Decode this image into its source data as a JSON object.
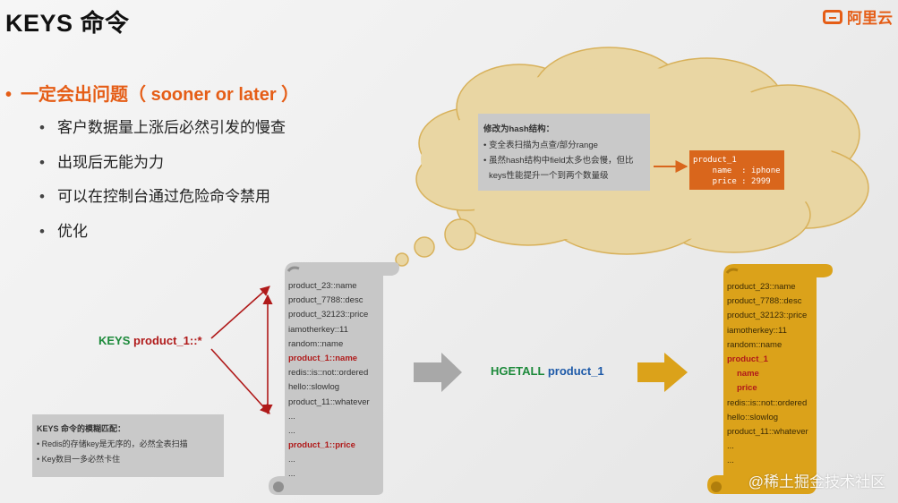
{
  "header": {
    "title": "KEYS 命令",
    "logo_text": "阿里云"
  },
  "headline": {
    "bullet": "•",
    "text": "一定会出问题（ sooner or later ）"
  },
  "bullets": [
    "客户数据量上涨后必然引发的慢查",
    "出现后无能为力",
    "可以在控制台通过危险命令禁用",
    "优化"
  ],
  "cloud": {
    "title": "修改为hash结构：",
    "points": [
      "• 变全表扫描为点查/部分range",
      "• 虽然hash结构中field太多也会慢，但比",
      "  keys性能提升一个到两个数量级"
    ]
  },
  "hash_example": {
    "line1": "product_1",
    "line2": "    name  : iphone",
    "line3": "    price : 2999"
  },
  "keys_command": {
    "cmd": "KEYS",
    "pattern": "product_1::*"
  },
  "hgetall_command": {
    "cmd": "HGETALL",
    "key": "product_1"
  },
  "gray_scroll": {
    "items": [
      {
        "text": "product_23::name",
        "highlight": false
      },
      {
        "text": "product_7788::desc",
        "highlight": false
      },
      {
        "text": "product_32123::price",
        "highlight": false
      },
      {
        "text": "iamotherkey::11",
        "highlight": false
      },
      {
        "text": "random::name",
        "highlight": false
      },
      {
        "text": "product_1::name",
        "highlight": true
      },
      {
        "text": "redis::is::not::ordered",
        "highlight": false
      },
      {
        "text": "hello::slowlog",
        "highlight": false
      },
      {
        "text": "product_11::whatever",
        "highlight": false
      },
      {
        "text": "...",
        "highlight": false
      },
      {
        "text": "...",
        "highlight": false
      },
      {
        "text": "product_1::price",
        "highlight": true
      },
      {
        "text": "...",
        "highlight": false
      },
      {
        "text": "...",
        "highlight": false
      }
    ]
  },
  "gold_scroll": {
    "items": [
      {
        "text": "product_23::name",
        "highlight": false,
        "indent": false
      },
      {
        "text": "product_7788::desc",
        "highlight": false,
        "indent": false
      },
      {
        "text": "product_32123::price",
        "highlight": false,
        "indent": false
      },
      {
        "text": "iamotherkey::11",
        "highlight": false,
        "indent": false
      },
      {
        "text": "random::name",
        "highlight": false,
        "indent": false
      },
      {
        "text": "product_1",
        "highlight": true,
        "indent": false
      },
      {
        "text": "name",
        "highlight": true,
        "indent": true
      },
      {
        "text": "price",
        "highlight": true,
        "indent": true
      },
      {
        "text": "redis::is::not::ordered",
        "highlight": false,
        "indent": false
      },
      {
        "text": "hello::slowlog",
        "highlight": false,
        "indent": false
      },
      {
        "text": "product_11::whatever",
        "highlight": false,
        "indent": false
      },
      {
        "text": "...",
        "highlight": false,
        "indent": false
      },
      {
        "text": "...",
        "highlight": false,
        "indent": false
      }
    ]
  },
  "note": {
    "title": "KEYS 命令的模糊匹配：",
    "lines": [
      "• Redis的存储key是无序的，必然全表扫描",
      "• Key数目一多必然卡住"
    ]
  },
  "watermark": "@稀土掘金技术社区",
  "colors": {
    "accent": "#e55d16",
    "gray_scroll": "#c7c7c7",
    "gold_scroll": "#dba21a",
    "cloud": "#e9d6a3",
    "highlight_red": "#b01a1a",
    "green": "#1d8a3b",
    "blue": "#1e5aa8"
  },
  "icons": {
    "logo": "aliyun-logo-icon",
    "arrow_gray": "block-arrow-right-icon",
    "arrow_gold": "block-arrow-right-icon",
    "arrow_orange": "thin-arrow-right-icon"
  }
}
